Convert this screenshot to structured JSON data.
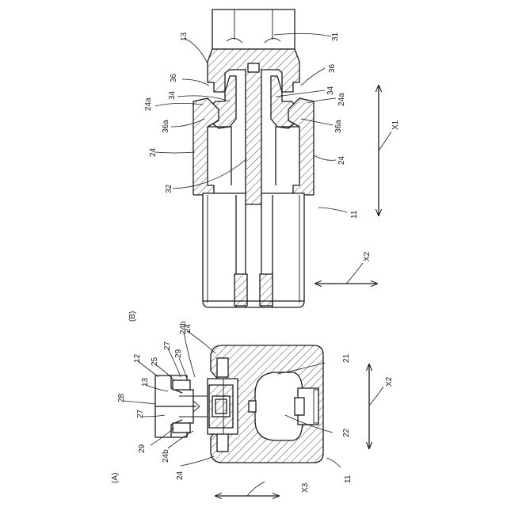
{
  "figure_labels": {
    "a": "(A)",
    "b": "(B)"
  },
  "ref": {
    "r11": "11",
    "r12": "12",
    "r13": "13",
    "r21": "21",
    "r22": "22",
    "r24": "24",
    "r24a": "24a",
    "r24b": "24b",
    "r25": "25",
    "r27": "27",
    "r28": "28",
    "r29": "29",
    "r31": "31",
    "r32": "32",
    "r34": "34",
    "r36": "36",
    "r36a": "36a"
  },
  "axes": {
    "x1": "X1",
    "x2": "X2",
    "x3": "X3"
  }
}
